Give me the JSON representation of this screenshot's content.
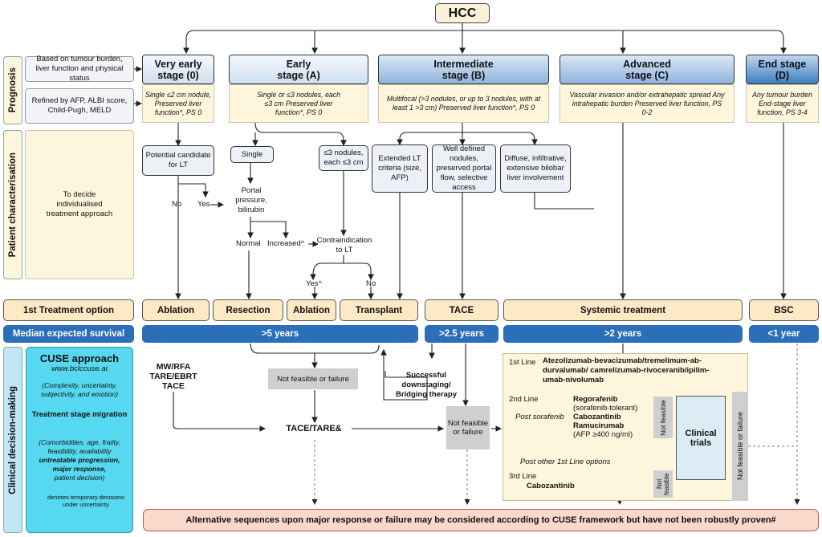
{
  "title": "HCC",
  "rows": {
    "prognosis": "Prognosis",
    "patient": "Patient characterisation",
    "clinical": "Clinical decision-making"
  },
  "side": {
    "burden": "Based on tumour burden, liver function and physical status",
    "refined": "Refined by AFP, ALBI score, Child-Pugh, MELD",
    "decide": "To decide individualised treatment approach",
    "first_treatment": "1st Treatment option",
    "survival_label": "Median expected survival"
  },
  "stages": [
    {
      "name": "Very early stage (0)",
      "desc": "Single ≤2 cm nodule, Preserved liver function*, PS 0"
    },
    {
      "name": "Early stage (A)",
      "desc": "Single or ≤3 nodules, each ≤3 cm Preserved liver function*, PS 0"
    },
    {
      "name": "Intermediate stage (B)",
      "desc": "Multifocal (>3 nodules, or up to 3 nodules, with at least 1 >3 cm) Preserved liver function*, PS 0"
    },
    {
      "name": "Advanced stage (C)",
      "desc": "Vascular invasion and/or extrahepatic spread Any intrahepatic burden Preserved liver function, PS 0-2"
    },
    {
      "name": "End stage (D)",
      "desc": "Any tumour burden End-stage liver function, PS 3-4"
    }
  ],
  "char": {
    "lt_candidate": "Potential candidate for LT",
    "no": "No",
    "yes": "Yes",
    "single": "Single",
    "portal": "Portal pressure, bilirubin",
    "normal": "Normal",
    "increased": "Increased^",
    "three_nodules": "≤3 nodules, each ≤3 cm",
    "contra": "Contraindication to LT",
    "yes_caret": "Yes^",
    "no2": "No",
    "extended": "Extended LT criteria (size, AFP)",
    "welldef": "Well defined nodules, preserved portal flow, selective access",
    "diffuse": "Diffuse, infiltrative, extensive bilobar liver involvement"
  },
  "treatments": [
    "Ablation",
    "Resection",
    "Ablation",
    "Transplant",
    "TACE",
    "Systemic treatment",
    "BSC"
  ],
  "survival": [
    ">5 years",
    ">2.5 years",
    ">2 years",
    "<1 year"
  ],
  "cuse": {
    "title": "CUSE approach",
    "url": "www.bclccuse.ai",
    "factors": "(Complexity, uncertainty, subjectivity, and emotion)",
    "migration": "Treatment stage migration",
    "conditions": "(Comorbidities, age, frailty, feasibility, availability",
    "bold": "untreatable progression, major response,",
    "decision": "patient decision)",
    "legend": "denotes temporary decisions under uncertainty"
  },
  "flow": {
    "mw": "MW/RFA TARE/EBRT TACE",
    "notfeasible": "Not feasible or failure",
    "tacetare": "TACE/TARE&",
    "downstaging": "Successful downstaging/ Bridging therapy",
    "notfeasible2": "Not feasible or failure"
  },
  "systemic": {
    "first_line": "1st Line",
    "first_drugs": "Atezolizumab-bevacizumab/tremelimum-ab-durvalumab/ camrelizumab-rivoceranib/ipilim-umab-nivolumab",
    "second_line": "2nd Line",
    "post_sorafenib": "Post sorafenib",
    "rego": "Regorafenib",
    "rego_note": "(sorafenib-tolerant)",
    "cabo": "Cabozantinib",
    "ramu": "Ramucirumab",
    "ramu_note": "(AFP ≥400 ng/ml)",
    "not_feasible": "Not feasible",
    "post_other": "Post other 1st Line options",
    "third_line": "3rd Line",
    "cabo3": "Cabozantinib",
    "not_feasible3": "Not feasible",
    "clinical": "Clinical trials",
    "nf_fail": "Not feasible or failure"
  },
  "alternative": "Alternative sequences upon major response or failure may be considered according to CUSE framework but have not been robustly proven#",
  "colors": {
    "accent": "#2a6fb8",
    "treatment": "#fde9c4",
    "cuse": "#56d9f0",
    "alt": "#fbd8cc"
  }
}
